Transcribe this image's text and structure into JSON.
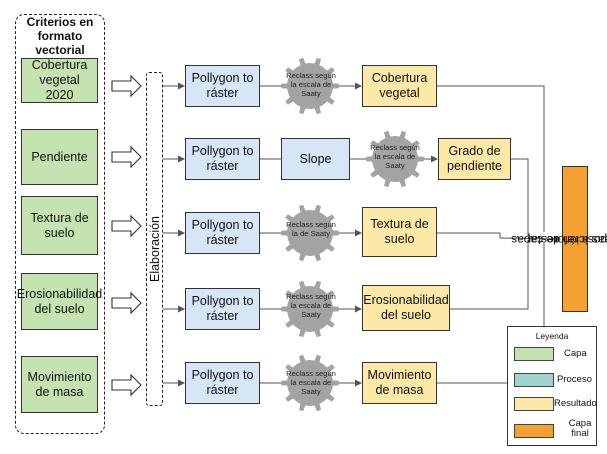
{
  "criteria_title": "Criterios en formato vectorial",
  "criteria": [
    "Cobertura vegetal 2020",
    "Pendiente",
    "Textura de suelo",
    "Erosionabilidad del suelo",
    "Movimiento de masa"
  ],
  "elaboration_label": "Elaboración",
  "process": {
    "polygon_to_raster": "Pollygon to ráster",
    "slope": "Slope"
  },
  "gears": [
    "Reclass según la escala de Saaty",
    "Reclass según la escala de Saaty",
    "Reclass según la  de Saaty",
    "Reclass según la escala de Saaty",
    "Reclass según la escala de Saaty"
  ],
  "results": [
    "Cobertura vegetal",
    "Grado de pendiente",
    "Textura de suelo",
    "Erosionabilidad del suelo",
    "Movimiento de masa"
  ],
  "final_output": {
    "line1": "Superposición de capas",
    "line2": "Áreas a reforestar"
  },
  "legend": {
    "title": "Leyenda",
    "items": [
      {
        "label": "Capa",
        "color": "#c5e3b1"
      },
      {
        "label": "Proceso",
        "color": "#9fd4cc"
      },
      {
        "label": "Resultado",
        "color": "#fde9a7"
      },
      {
        "label": "Capa final",
        "color": "#f5a033"
      }
    ]
  }
}
